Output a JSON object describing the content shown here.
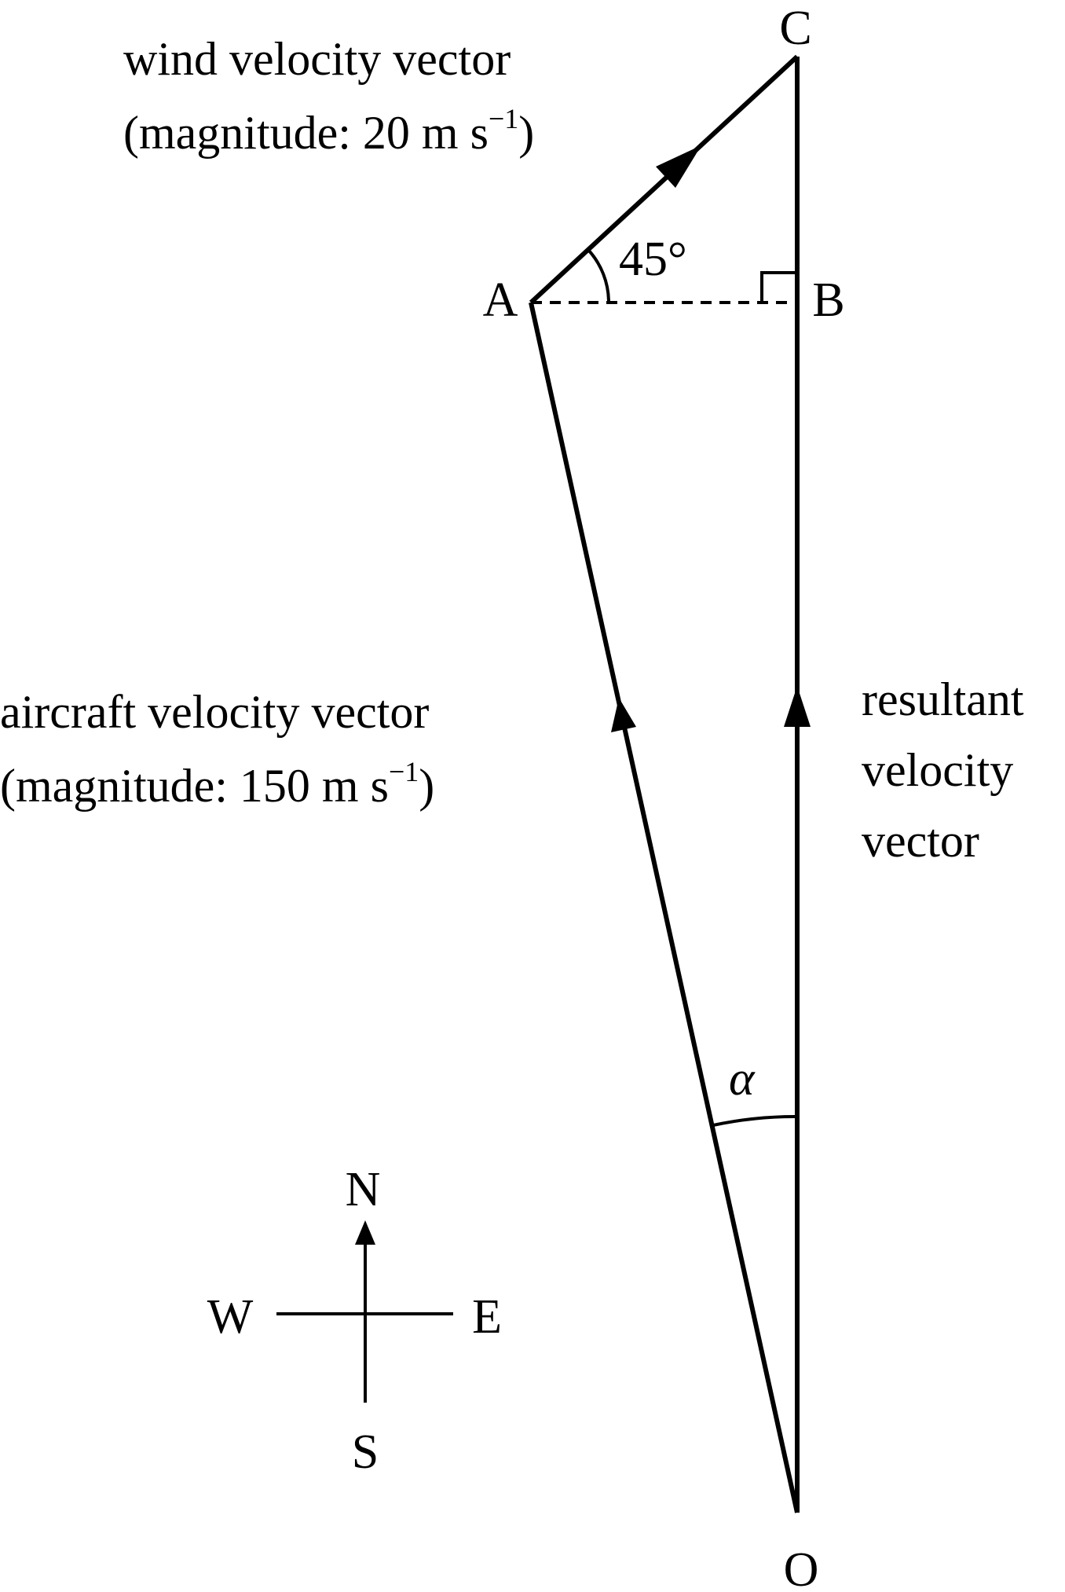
{
  "points": {
    "A": "A",
    "B": "B",
    "C": "C",
    "O": "O"
  },
  "angles": {
    "wind_angle": "45°",
    "alpha": "α"
  },
  "wind": {
    "line1": "wind velocity vector",
    "line2_prefix": "(magnitude: 20 m s",
    "line2_exp": "−1",
    "line2_suffix": ")"
  },
  "aircraft": {
    "line1": "aircraft velocity vector",
    "line2_prefix": "(magnitude:  150 m s",
    "line2_exp": "−1",
    "line2_suffix": ")"
  },
  "resultant": {
    "line1": "resultant",
    "line2": "velocity",
    "line3": "vector"
  },
  "compass": {
    "north": "N",
    "south": "S",
    "east": "E",
    "west": "W"
  }
}
